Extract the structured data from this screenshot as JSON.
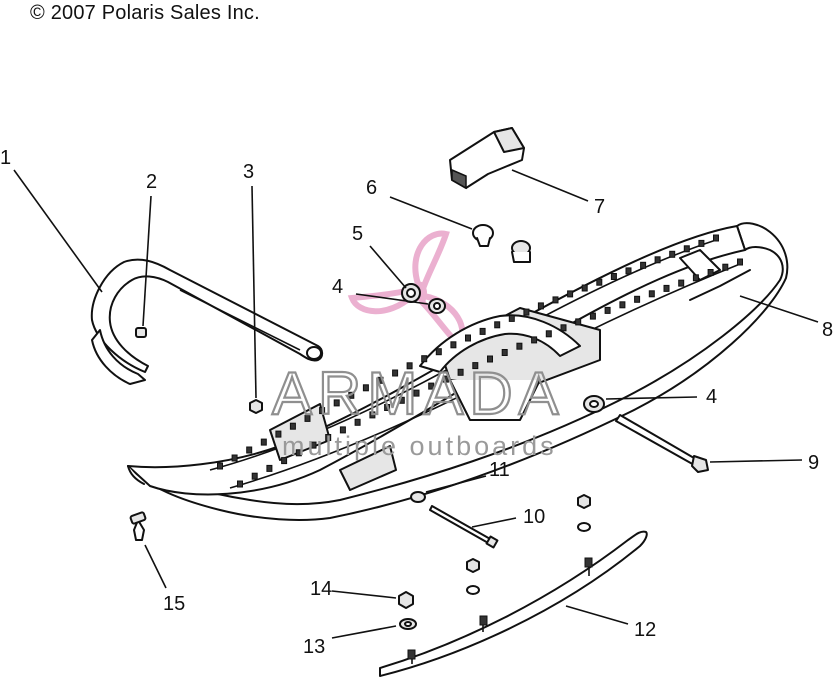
{
  "copyright": "© 2007 Polaris Sales Inc.",
  "watermark": {
    "brand": "ARMADA",
    "tagline": "multiple outboards",
    "logo_color": "#e8a3c8"
  },
  "callouts": [
    {
      "number": "1"
    },
    {
      "number": "2"
    },
    {
      "number": "3"
    },
    {
      "number": "4"
    },
    {
      "number": "4"
    },
    {
      "number": "5"
    },
    {
      "number": "6"
    },
    {
      "number": "7"
    },
    {
      "number": "8"
    },
    {
      "number": "9"
    },
    {
      "number": "10"
    },
    {
      "number": "11"
    },
    {
      "number": "12"
    },
    {
      "number": "13"
    },
    {
      "number": "14"
    },
    {
      "number": "15"
    }
  ]
}
